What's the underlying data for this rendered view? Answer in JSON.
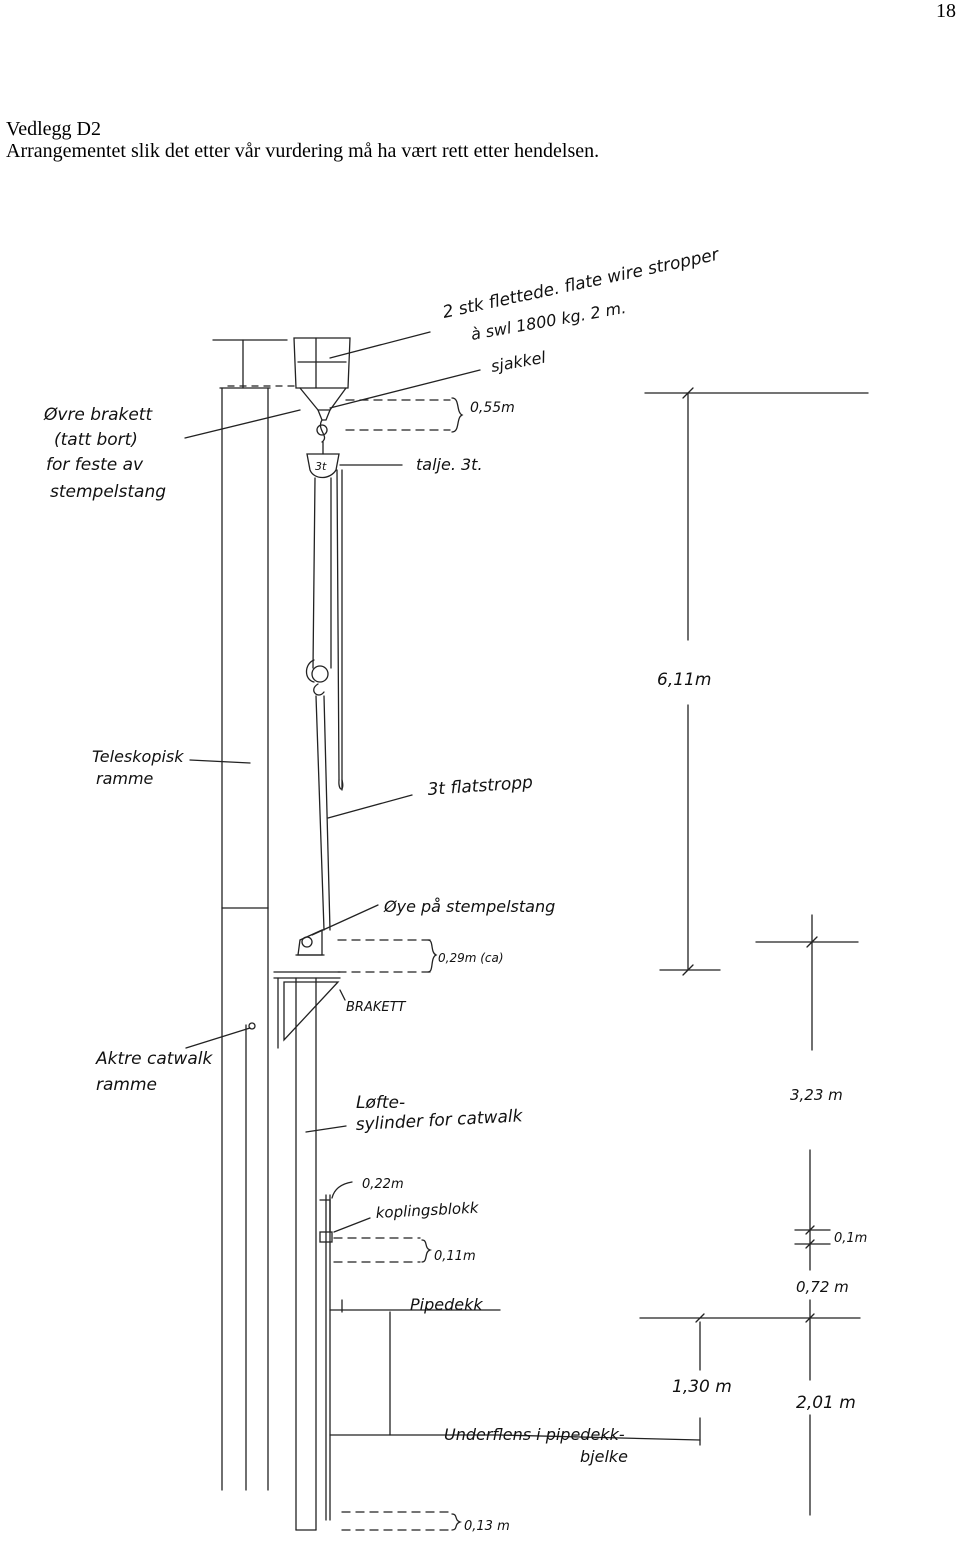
{
  "page_number": "18",
  "heading": {
    "line1": "Vedlegg D2",
    "line2": "Arrangementet slik det etter vår vurdering må ha vært rett etter hendelsen."
  },
  "labels": {
    "stropper_1": "2 stk flettede. flate wire stropper",
    "stropper_2": "à swl 1800 kg. 2 m.",
    "sjakkel": "sjakkel",
    "dim_055": "0,55m",
    "ovre_brakett_1": "Øvre brakett",
    "ovre_brakett_2": "(tatt bort)",
    "ovre_brakett_3": "for feste av",
    "ovre_brakett_4": "stempelstang",
    "talje": "talje. 3t.",
    "talje_mark": "3t",
    "dim_611": "6,11m",
    "teleskopisk_1": "Teleskopisk",
    "teleskopisk_2": "ramme",
    "flatstropp": "3t flatstropp",
    "oye": "Øye på stempelstang",
    "dim_029": "0,29m (ca)",
    "brakett": "BRAKETT",
    "aktre_1": "Aktre catwalk",
    "aktre_2": "ramme",
    "dim_323": "3,23 m",
    "lofte_1": "Løfte-",
    "lofte_2": "sylinder for catwalk",
    "dim_022": "0,22m",
    "koplingsblokk": "koplingsblokk",
    "dim_01": "0,1m",
    "dim_011": "0,11m",
    "dim_072": "0,72 m",
    "pipedekk": "Pipedekk",
    "dim_130": "1,30 m",
    "dim_201": "2,01 m",
    "underflens_1": "Underflens i pipedekk-",
    "underflens_2": "bjelke",
    "dim_013": "0,13 m"
  }
}
